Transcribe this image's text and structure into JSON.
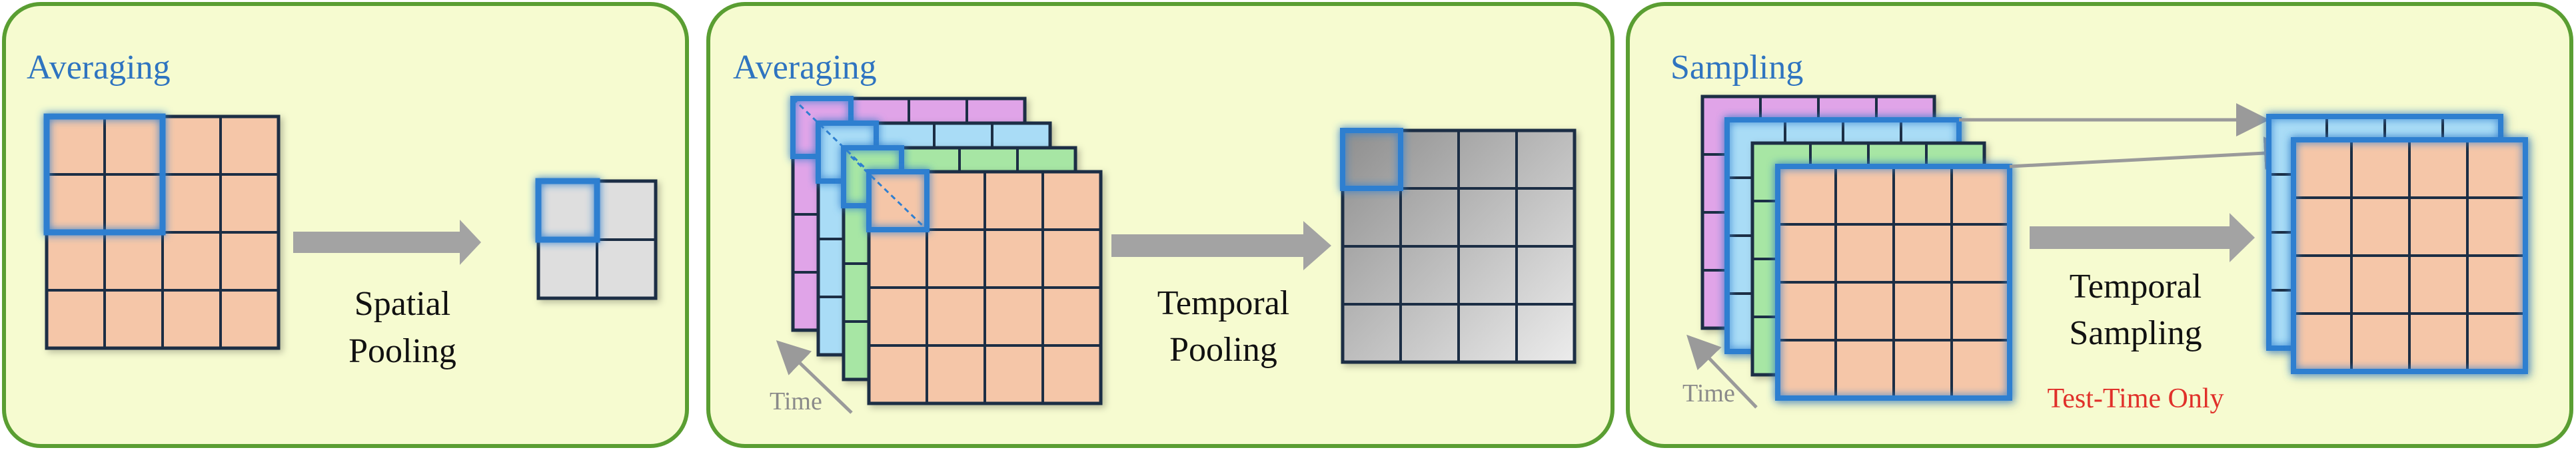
{
  "colors": {
    "panel_fill": "#f6fbd0",
    "panel_border": "#5a9e32",
    "title": "#2f74c0",
    "cell_salmon": "#f5c6a8",
    "cell_gray": "#dedede",
    "frame_pink": "#e0a4e8",
    "frame_blue": "#a9dcf6",
    "frame_green": "#a7e6a4",
    "highlight": "#2f7fd0",
    "arrow": "#a3a3a3",
    "note": "#e0302a"
  },
  "panels": [
    {
      "title": "Averaging",
      "label_line1": "Spatial",
      "label_line2": "Pooling"
    },
    {
      "title": "Averaging",
      "label_line1": "Temporal",
      "label_line2": "Pooling",
      "time_label": "Time"
    },
    {
      "title": "Sampling",
      "label_line1": "Temporal",
      "label_line2": "Sampling",
      "time_label": "Time",
      "note": "Test-Time Only"
    }
  ]
}
